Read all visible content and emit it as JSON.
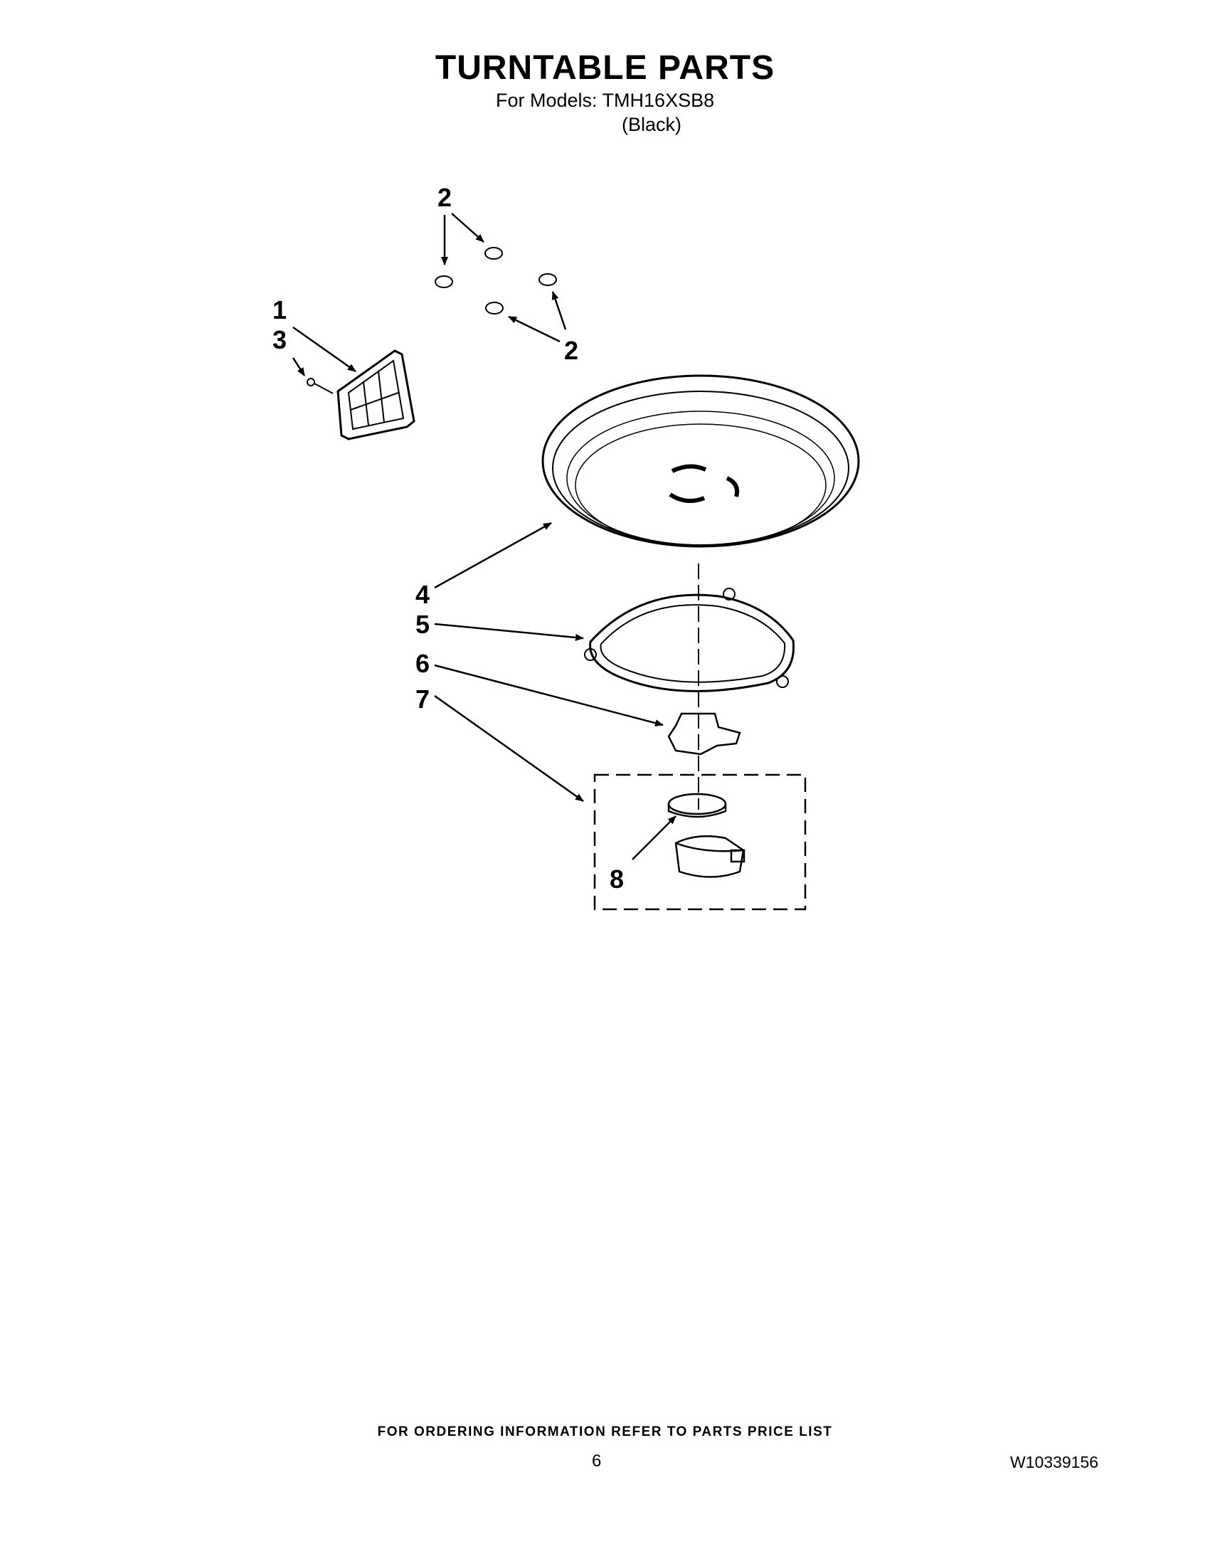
{
  "page": {
    "title": "TURNTABLE PARTS",
    "models": "For Models: TMH16XSB8",
    "color": "(Black)",
    "footer_note": "FOR ORDERING INFORMATION REFER TO PARTS PRICE LIST",
    "page_number": "6",
    "document_number": "W10339156"
  },
  "callouts": {
    "c1": "1",
    "c2_top": "2",
    "c2_bottom": "2",
    "c3": "3",
    "c4": "4",
    "c5": "5",
    "c6": "6",
    "c7": "7",
    "c8": "8"
  }
}
